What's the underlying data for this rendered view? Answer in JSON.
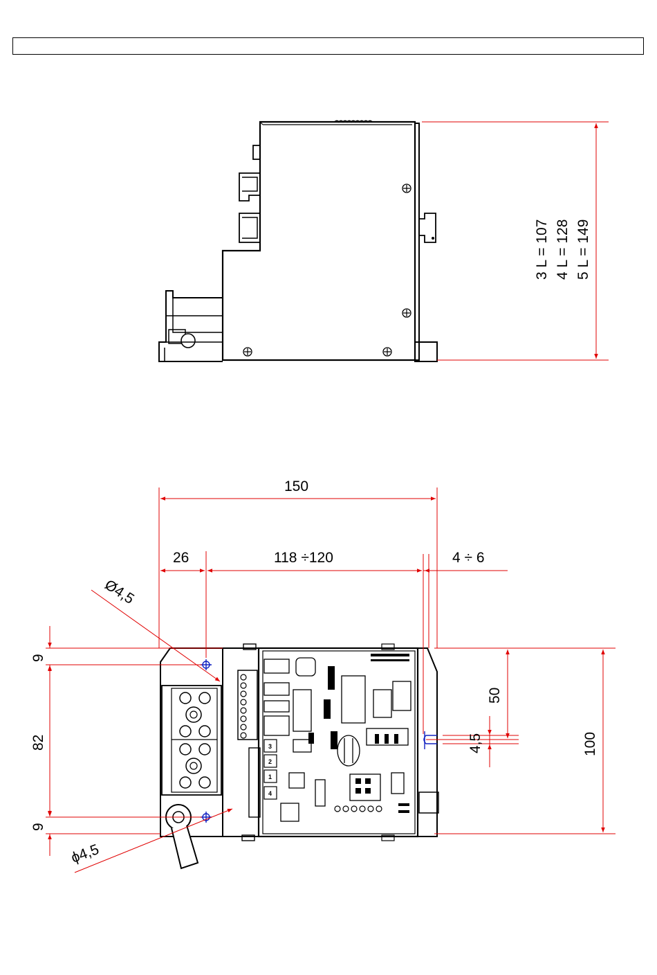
{
  "header": {
    "text": ""
  },
  "side_view": {
    "length_labels": [
      "3 L = 107",
      "4 L = 128",
      "5 L = 149"
    ]
  },
  "top_view": {
    "dims": {
      "overall_width": "150",
      "left_offset": "26",
      "rail_range": "118 ÷120",
      "right_range": "4 ÷ 6",
      "hole_diameter_top": "Ø4,5",
      "hole_diameter_bottom": "ϕ4,5",
      "top_margin": "9",
      "hole_spacing": "82",
      "bottom_margin": "9",
      "half_height": "50",
      "slot_width": "4,5",
      "overall_height": "100"
    },
    "board_markings": {
      "terminal_numbers": [
        "3",
        "2",
        "1",
        "4"
      ]
    }
  }
}
